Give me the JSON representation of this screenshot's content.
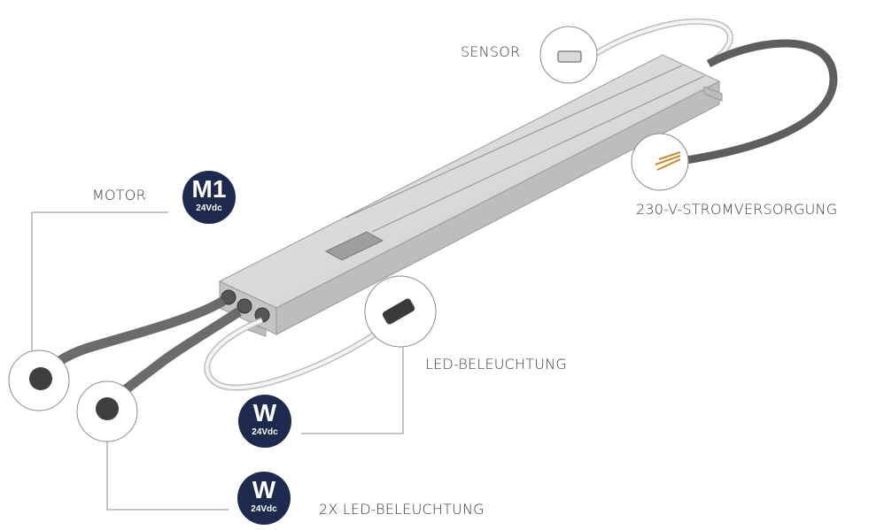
{
  "labels": {
    "sensor": "SENSOR",
    "power": "230-V-STROMVERSORGUNG",
    "motor": "MOTOR",
    "led": "LED-BELEUCHTUNG",
    "led2x": "2X LED-BELEUCHTUNG"
  },
  "badges": {
    "motor": {
      "letter": "M1",
      "voltage": "24Vdc"
    },
    "led": {
      "letter": "W",
      "voltage": "24Vdc"
    },
    "led2x": {
      "letter": "W",
      "voltage": "24Vdc"
    }
  },
  "colors": {
    "badge": "#1d2a4d",
    "cable": "#6b6b6b",
    "housing": "#dcdcdc",
    "line": "#8a8a8a"
  }
}
